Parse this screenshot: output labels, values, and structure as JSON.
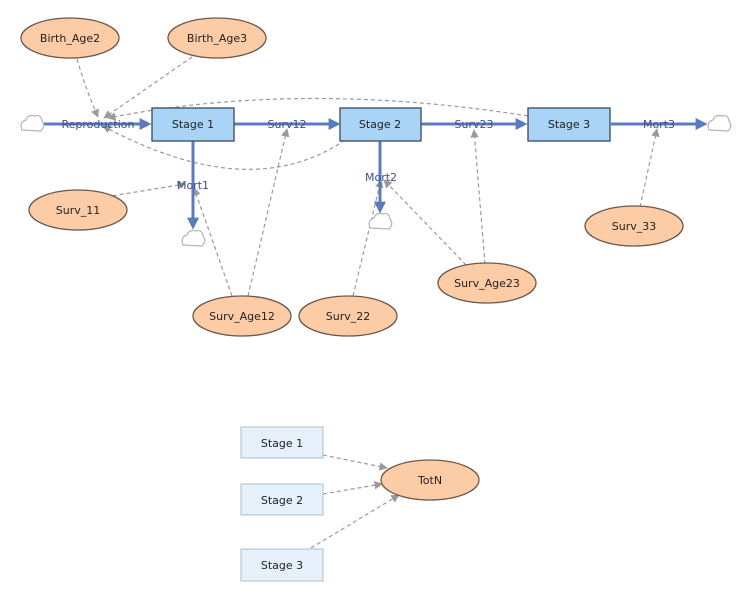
{
  "stocks": {
    "stage1": "Stage 1",
    "stage2": "Stage 2",
    "stage3": "Stage 3"
  },
  "flows": {
    "reproduction": "Reproduction",
    "surv12": "Surv12",
    "surv23": "Surv23",
    "mort1": "Mort1",
    "mort2": "Mort2",
    "mort3": "Mort3"
  },
  "variables": {
    "birth_age2": "Birth_Age2",
    "birth_age3": "Birth_Age3",
    "surv_11": "Surv_11",
    "surv_age12": "Surv_Age12",
    "surv_22": "Surv_22",
    "surv_age23": "Surv_Age23",
    "surv_33": "Surv_33",
    "totn": "TotN"
  },
  "ghosts": {
    "stage1": "Stage 1",
    "stage2": "Stage 2",
    "stage3": "Stage 3"
  }
}
